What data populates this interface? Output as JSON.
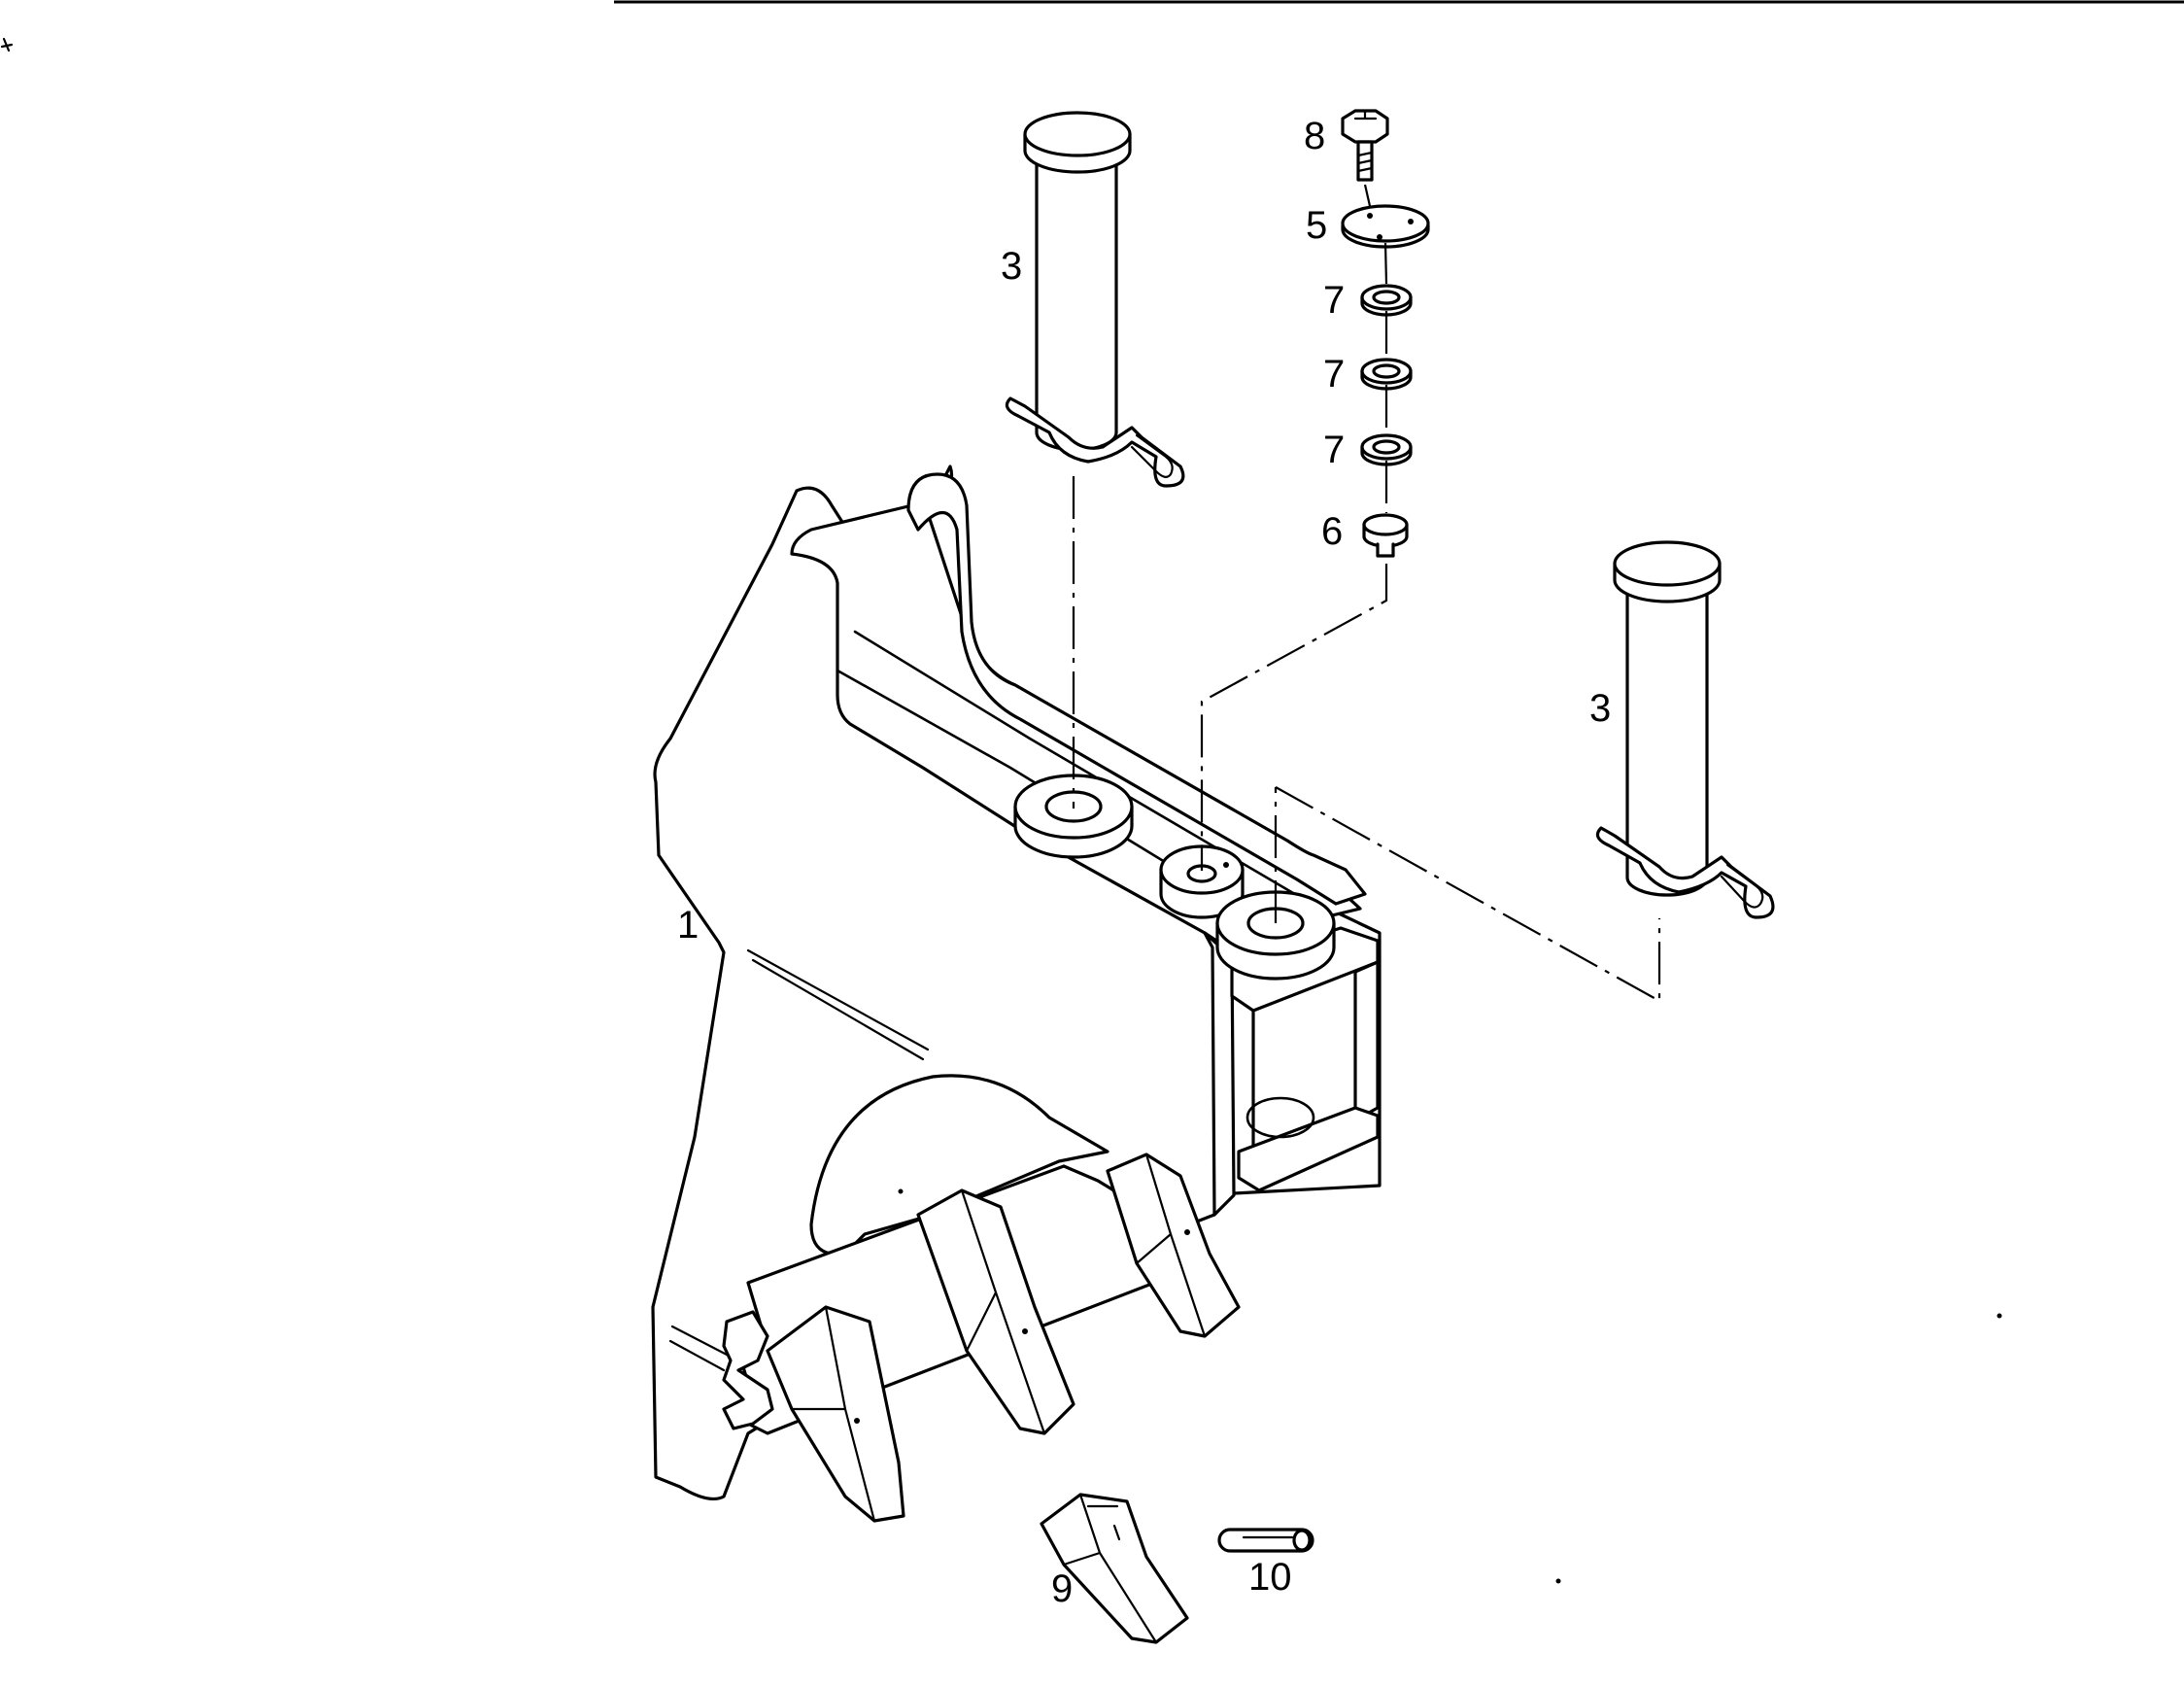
{
  "callouts": {
    "bucket": "1",
    "pin_left": "3",
    "pin_right": "3",
    "plate": "5",
    "grease_nipple": "6",
    "shim_1": "7",
    "shim_2": "7",
    "shim_3": "7",
    "bolt": "8",
    "tooth": "9",
    "roll_pin": "10"
  },
  "colors": {
    "line": "#000000",
    "background": "#ffffff"
  }
}
